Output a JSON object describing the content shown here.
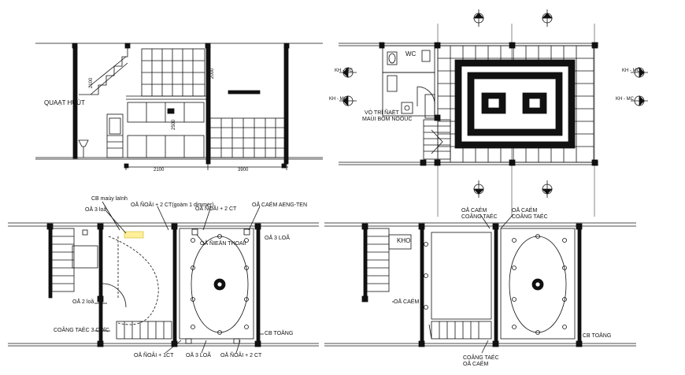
{
  "elevation": {
    "dims": [
      "2100",
      "3900",
      "2100",
      "2000",
      "2500"
    ],
    "labels": {
      "exhaust_fan": "QUAẠT HUÙT"
    }
  },
  "floor_plan_top": {
    "labels": {
      "wc": "WC",
      "pump_location_line1": "VÒ TRÍ ÑAËT",
      "pump_location_line2": "MAÙI BÔM NÖÔÙC",
      "section_tag": "KH - MC"
    }
  },
  "electrical_left": {
    "labels": {
      "cb_ac": "CB maùy laïnh",
      "socket_3_holes_top": "OÅ 3 loã",
      "double_socket_dimmer": "OÅ ÑOÂI + 2 CT(goàm 1 dimmer)",
      "double_socket_2ct_top": "OÅ ÑOÂI + 2 CT",
      "antenna_socket": "OÅ CAÉM  AENG-TEN",
      "phone_socket": "OÅ ÑIEÄN THOAÏI",
      "socket_3_holes_right": "OÅ 3 LOÃ",
      "socket_2_holes": "OÅ 2 loã",
      "switch_3": "COÂNG TAÉC 3 CÖÏC",
      "cb_main": "CB TOÅNG",
      "double_socket_ct_bottom": "OÅ ÑOÂI + 1CT",
      "socket_3_holes_bottom": "OÅ 3 LOÃ",
      "double_socket_2ct_bottom": "OÅ ÑOÂI + 2 CT"
    }
  },
  "electrical_right": {
    "labels": {
      "socket_top": "OÅ CAÉM",
      "switch_top": "COÂNG TAÉC",
      "socket_top_right": "OÅ CAÉM",
      "switch_top_right": "COÂNG TAÉC",
      "storage": "KHO",
      "socket_mid": "OÅ CAÉM",
      "cb_main": "CB TOÅNG",
      "switch_bottom": "COÂNG TAÉC",
      "socket_bottom": "OÅ CAÉM"
    }
  }
}
